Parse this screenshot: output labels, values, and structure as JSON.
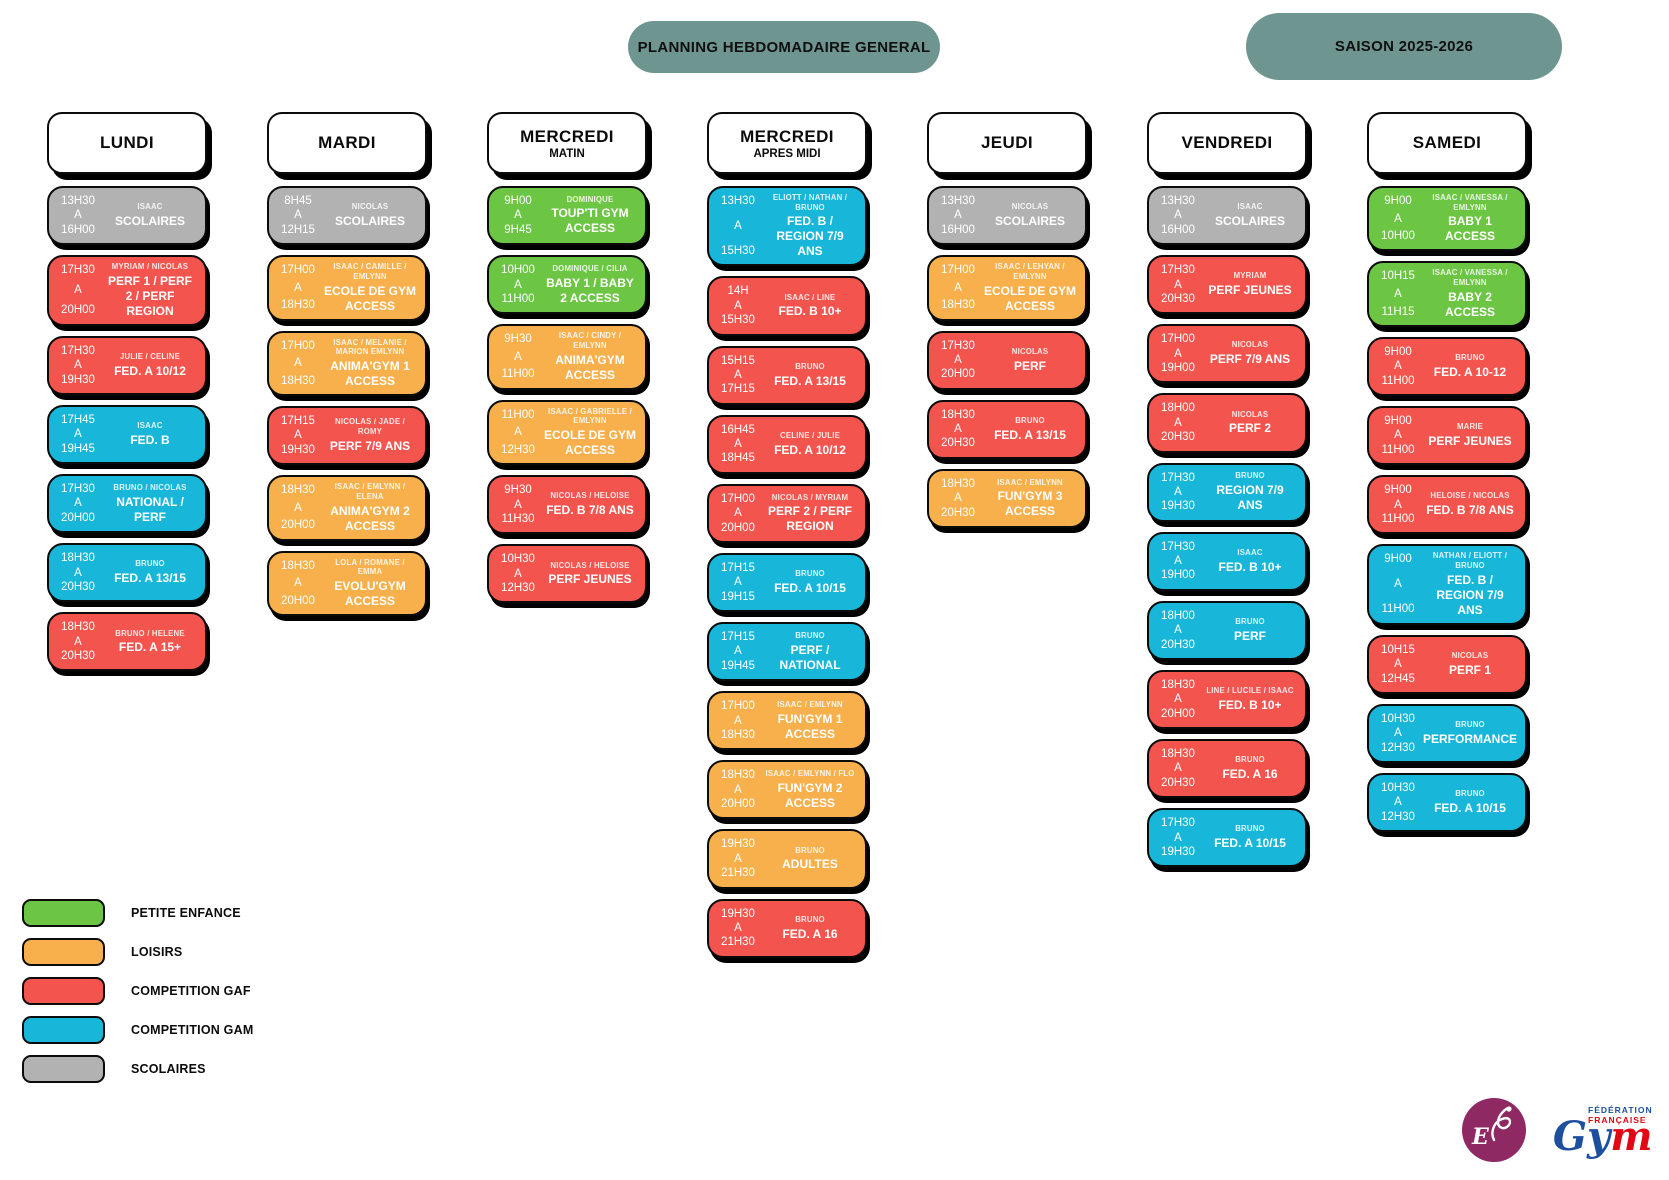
{
  "header": {
    "title": "PLANNING HEBDOMADAIRE GENERAL",
    "season": "SAISON 2025-2026"
  },
  "labels": {
    "time_separator": "A"
  },
  "colors": {
    "petite_enfance": "#6CC644",
    "loisirs": "#F8B04C",
    "competition_gaf": "#F4544E",
    "competition_gam": "#18B7D9",
    "scolaires": "#B2B2B2",
    "header_pill": "#6F9590"
  },
  "columns": [
    {
      "day": "LUNDI",
      "subtitle": "",
      "cards": [
        {
          "start": "13H30",
          "end": "16H00",
          "coach": "ISAAC",
          "activity": "SCOLAIRES",
          "type": "scolaires"
        },
        {
          "start": "17H30",
          "end": "20H00",
          "coach": "MYRIAM / NICOLAS",
          "activity": "PERF 1 / PERF 2 / PERF REGION",
          "type": "competition_gaf"
        },
        {
          "start": "17H30",
          "end": "19H30",
          "coach": "JULIE / CELINE",
          "activity": "FED. A 10/12",
          "type": "competition_gaf"
        },
        {
          "start": "17H45",
          "end": "19H45",
          "coach": "ISAAC",
          "activity": "FED. B",
          "type": "competition_gam"
        },
        {
          "start": "17H30",
          "end": "20H00",
          "coach": "BRUNO / NICOLAS",
          "activity": "NATIONAL / PERF",
          "type": "competition_gam"
        },
        {
          "start": "18H30",
          "end": "20H30",
          "coach": "BRUNO",
          "activity": "FED. A 13/15",
          "type": "competition_gam"
        },
        {
          "start": "18H30",
          "end": "20H30",
          "coach": "BRUNO / HELENE",
          "activity": "FED. A 15+",
          "type": "competition_gaf"
        }
      ]
    },
    {
      "day": "MARDI",
      "subtitle": "",
      "cards": [
        {
          "start": "8H45",
          "end": "12H15",
          "coach": "NICOLAS",
          "activity": "SCOLAIRES",
          "type": "scolaires"
        },
        {
          "start": "17H00",
          "end": "18H30",
          "coach": "ISAAC / CAMILLE / EMLYNN",
          "activity": "ECOLE DE GYM ACCESS",
          "type": "loisirs"
        },
        {
          "start": "17H00",
          "end": "18H30",
          "coach": "ISAAC / MELANIE / MARION EMLYNN",
          "activity": "ANIMA'GYM 1 ACCESS",
          "type": "loisirs"
        },
        {
          "start": "17H15",
          "end": "19H30",
          "coach": "NICOLAS / JADE / ROMY",
          "activity": "PERF 7/9 ANS",
          "type": "competition_gaf"
        },
        {
          "start": "18H30",
          "end": "20H00",
          "coach": "ISAAC / EMLYNN / ELENA",
          "activity": "ANIMA'GYM 2 ACCESS",
          "type": "loisirs"
        },
        {
          "start": "18H30",
          "end": "20H00",
          "coach": "LOLA / ROMANE / EMMA",
          "activity": "EVOLU'GYM ACCESS",
          "type": "loisirs"
        }
      ]
    },
    {
      "day": "MERCREDI",
      "subtitle": "MATIN",
      "cards": [
        {
          "start": "9H00",
          "end": "9H45",
          "coach": "DOMINIQUE",
          "activity": "TOUP'TI GYM ACCESS",
          "type": "petite_enfance"
        },
        {
          "start": "10H00",
          "end": "11H00",
          "coach": "DOMINIQUE / CILIA",
          "activity": "BABY 1 / BABY 2 ACCESS",
          "type": "petite_enfance"
        },
        {
          "start": "9H30",
          "end": "11H00",
          "coach": "ISAAC / CINDY / EMLYNN",
          "activity": "ANIMA'GYM ACCESS",
          "type": "loisirs"
        },
        {
          "start": "11H00",
          "end": "12H30",
          "coach": "ISAAC / GABRIELLE / EMLYNN",
          "activity": "ECOLE DE GYM ACCESS",
          "type": "loisirs"
        },
        {
          "start": "9H30",
          "end": "11H30",
          "coach": "NICOLAS / HELOISE",
          "activity": "FED. B 7/8 ANS",
          "type": "competition_gaf"
        },
        {
          "start": "10H30",
          "end": "12H30",
          "coach": "NICOLAS / HELOISE",
          "activity": "PERF JEUNES",
          "type": "competition_gaf"
        }
      ]
    },
    {
      "day": "MERCREDI",
      "subtitle": "APRES MIDI",
      "cards": [
        {
          "start": "13H30",
          "end": "15H30",
          "coach": "ELIOTT / NATHAN / BRUNO",
          "activity": "FED. B / REGION 7/9 ANS",
          "type": "competition_gam"
        },
        {
          "start": "14H",
          "end": "15H30",
          "coach": "ISAAC / LINE",
          "activity": "FED. B 10+",
          "type": "competition_gaf"
        },
        {
          "start": "15H15",
          "end": "17H15",
          "coach": "BRUNO",
          "activity": "FED. A 13/15",
          "type": "competition_gaf"
        },
        {
          "start": "16H45",
          "end": "18H45",
          "coach": "CELINE / JULIE",
          "activity": "FED. A 10/12",
          "type": "competition_gaf"
        },
        {
          "start": "17H00",
          "end": "20H00",
          "coach": "NICOLAS / MYRIAM",
          "activity": "PERF 2 / PERF REGION",
          "type": "competition_gaf"
        },
        {
          "start": "17H15",
          "end": "19H15",
          "coach": "BRUNO",
          "activity": "FED. A 10/15",
          "type": "competition_gam"
        },
        {
          "start": "17H15",
          "end": "19H45",
          "coach": "BRUNO",
          "activity": "PERF / NATIONAL",
          "type": "competition_gam"
        },
        {
          "start": "17H00",
          "end": "18H30",
          "coach": "ISAAC / EMLYNN",
          "activity": "FUN'GYM 1 ACCESS",
          "type": "loisirs"
        },
        {
          "start": "18H30",
          "end": "20H00",
          "coach": "ISAAC / EMLYNN / FLO",
          "activity": "FUN'GYM 2 ACCESS",
          "type": "loisirs"
        },
        {
          "start": "19H30",
          "end": "21H30",
          "coach": "BRUNO",
          "activity": "ADULTES",
          "type": "loisirs"
        },
        {
          "start": "19H30",
          "end": "21H30",
          "coach": "BRUNO",
          "activity": "FED. A 16",
          "type": "competition_gaf"
        }
      ]
    },
    {
      "day": "JEUDI",
      "subtitle": "",
      "cards": [
        {
          "start": "13H30",
          "end": "16H00",
          "coach": "NICOLAS",
          "activity": "SCOLAIRES",
          "type": "scolaires"
        },
        {
          "start": "17H00",
          "end": "18H30",
          "coach": "ISAAC / LEHYAN / EMLYNN",
          "activity": "ECOLE DE GYM ACCESS",
          "type": "loisirs"
        },
        {
          "start": "17H30",
          "end": "20H00",
          "coach": "NICOLAS",
          "activity": "PERF",
          "type": "competition_gaf"
        },
        {
          "start": "18H30",
          "end": "20H30",
          "coach": "BRUNO",
          "activity": "FED. A 13/15",
          "type": "competition_gaf"
        },
        {
          "start": "18H30",
          "end": "20H30",
          "coach": "ISAAC / EMLYNN",
          "activity": "FUN'GYM 3 ACCESS",
          "type": "loisirs"
        }
      ]
    },
    {
      "day": "VENDREDI",
      "subtitle": "",
      "cards": [
        {
          "start": "13H30",
          "end": "16H00",
          "coach": "ISAAC",
          "activity": "SCOLAIRES",
          "type": "scolaires"
        },
        {
          "start": "17H30",
          "end": "20H30",
          "coach": "MYRIAM",
          "activity": "PERF JEUNES",
          "type": "competition_gaf"
        },
        {
          "start": "17H00",
          "end": "19H00",
          "coach": "NICOLAS",
          "activity": "PERF 7/9 ANS",
          "type": "competition_gaf"
        },
        {
          "start": "18H00",
          "end": "20H30",
          "coach": "NICOLAS",
          "activity": "PERF 2",
          "type": "competition_gaf"
        },
        {
          "start": "17H30",
          "end": "19H30",
          "coach": "BRUNO",
          "activity": "REGION 7/9 ANS",
          "type": "competition_gam"
        },
        {
          "start": "17H30",
          "end": "19H00",
          "coach": "ISAAC",
          "activity": "FED. B 10+",
          "type": "competition_gam"
        },
        {
          "start": "18H00",
          "end": "20H30",
          "coach": "BRUNO",
          "activity": "PERF",
          "type": "competition_gam"
        },
        {
          "start": "18H30",
          "end": "20H00",
          "coach": "LINE / LUCILE / ISAAC",
          "activity": "FED. B 10+",
          "type": "competition_gaf"
        },
        {
          "start": "18H30",
          "end": "20H30",
          "coach": "BRUNO",
          "activity": "FED. A 16",
          "type": "competition_gaf"
        },
        {
          "start": "17H30",
          "end": "19H30",
          "coach": "BRUNO",
          "activity": "FED. A 10/15",
          "type": "competition_gam"
        }
      ]
    },
    {
      "day": "SAMEDI",
      "subtitle": "",
      "cards": [
        {
          "start": "9H00",
          "end": "10H00",
          "coach": "ISAAC / VANESSA / EMLYNN",
          "activity": "BABY 1 ACCESS",
          "type": "petite_enfance"
        },
        {
          "start": "10H15",
          "end": "11H15",
          "coach": "ISAAC / VANESSA / EMLYNN",
          "activity": "BABY 2 ACCESS",
          "type": "petite_enfance"
        },
        {
          "start": "9H00",
          "end": "11H00",
          "coach": "BRUNO",
          "activity": "FED. A 10-12",
          "type": "competition_gaf"
        },
        {
          "start": "9H00",
          "end": "11H00",
          "coach": "MARIE",
          "activity": "PERF JEUNES",
          "type": "competition_gaf"
        },
        {
          "start": "9H00",
          "end": "11H00",
          "coach": "HELOISE / NICOLAS",
          "activity": "FED. B 7/8 ANS",
          "type": "competition_gaf"
        },
        {
          "start": "9H00",
          "end": "11H00",
          "coach": "NATHAN / ELIOTT / BRUNO",
          "activity": "FED. B / REGION 7/9 ANS",
          "type": "competition_gam"
        },
        {
          "start": "10H15",
          "end": "12H45",
          "coach": "NICOLAS",
          "activity": "PERF 1",
          "type": "competition_gaf"
        },
        {
          "start": "10H30",
          "end": "12H30",
          "coach": "BRUNO",
          "activity": "PERFORMANCE",
          "type": "competition_gam"
        },
        {
          "start": "10H30",
          "end": "12H30",
          "coach": "BRUNO",
          "activity": "FED. A 10/15",
          "type": "competition_gam"
        }
      ]
    }
  ],
  "legend": [
    {
      "label": "PETITE ENFANCE",
      "type": "petite_enfance"
    },
    {
      "label": "LOISIRS",
      "type": "loisirs"
    },
    {
      "label": "COMPETITION GAF",
      "type": "competition_gaf"
    },
    {
      "label": "COMPETITION GAM",
      "type": "competition_gam"
    },
    {
      "label": "SCOLAIRES",
      "type": "scolaires"
    }
  ],
  "logos": {
    "club": {
      "initial": "E"
    },
    "ffgym": {
      "line1": "FÉDÉRATION",
      "line2": "FRANÇAISE",
      "word": "Gym"
    }
  }
}
